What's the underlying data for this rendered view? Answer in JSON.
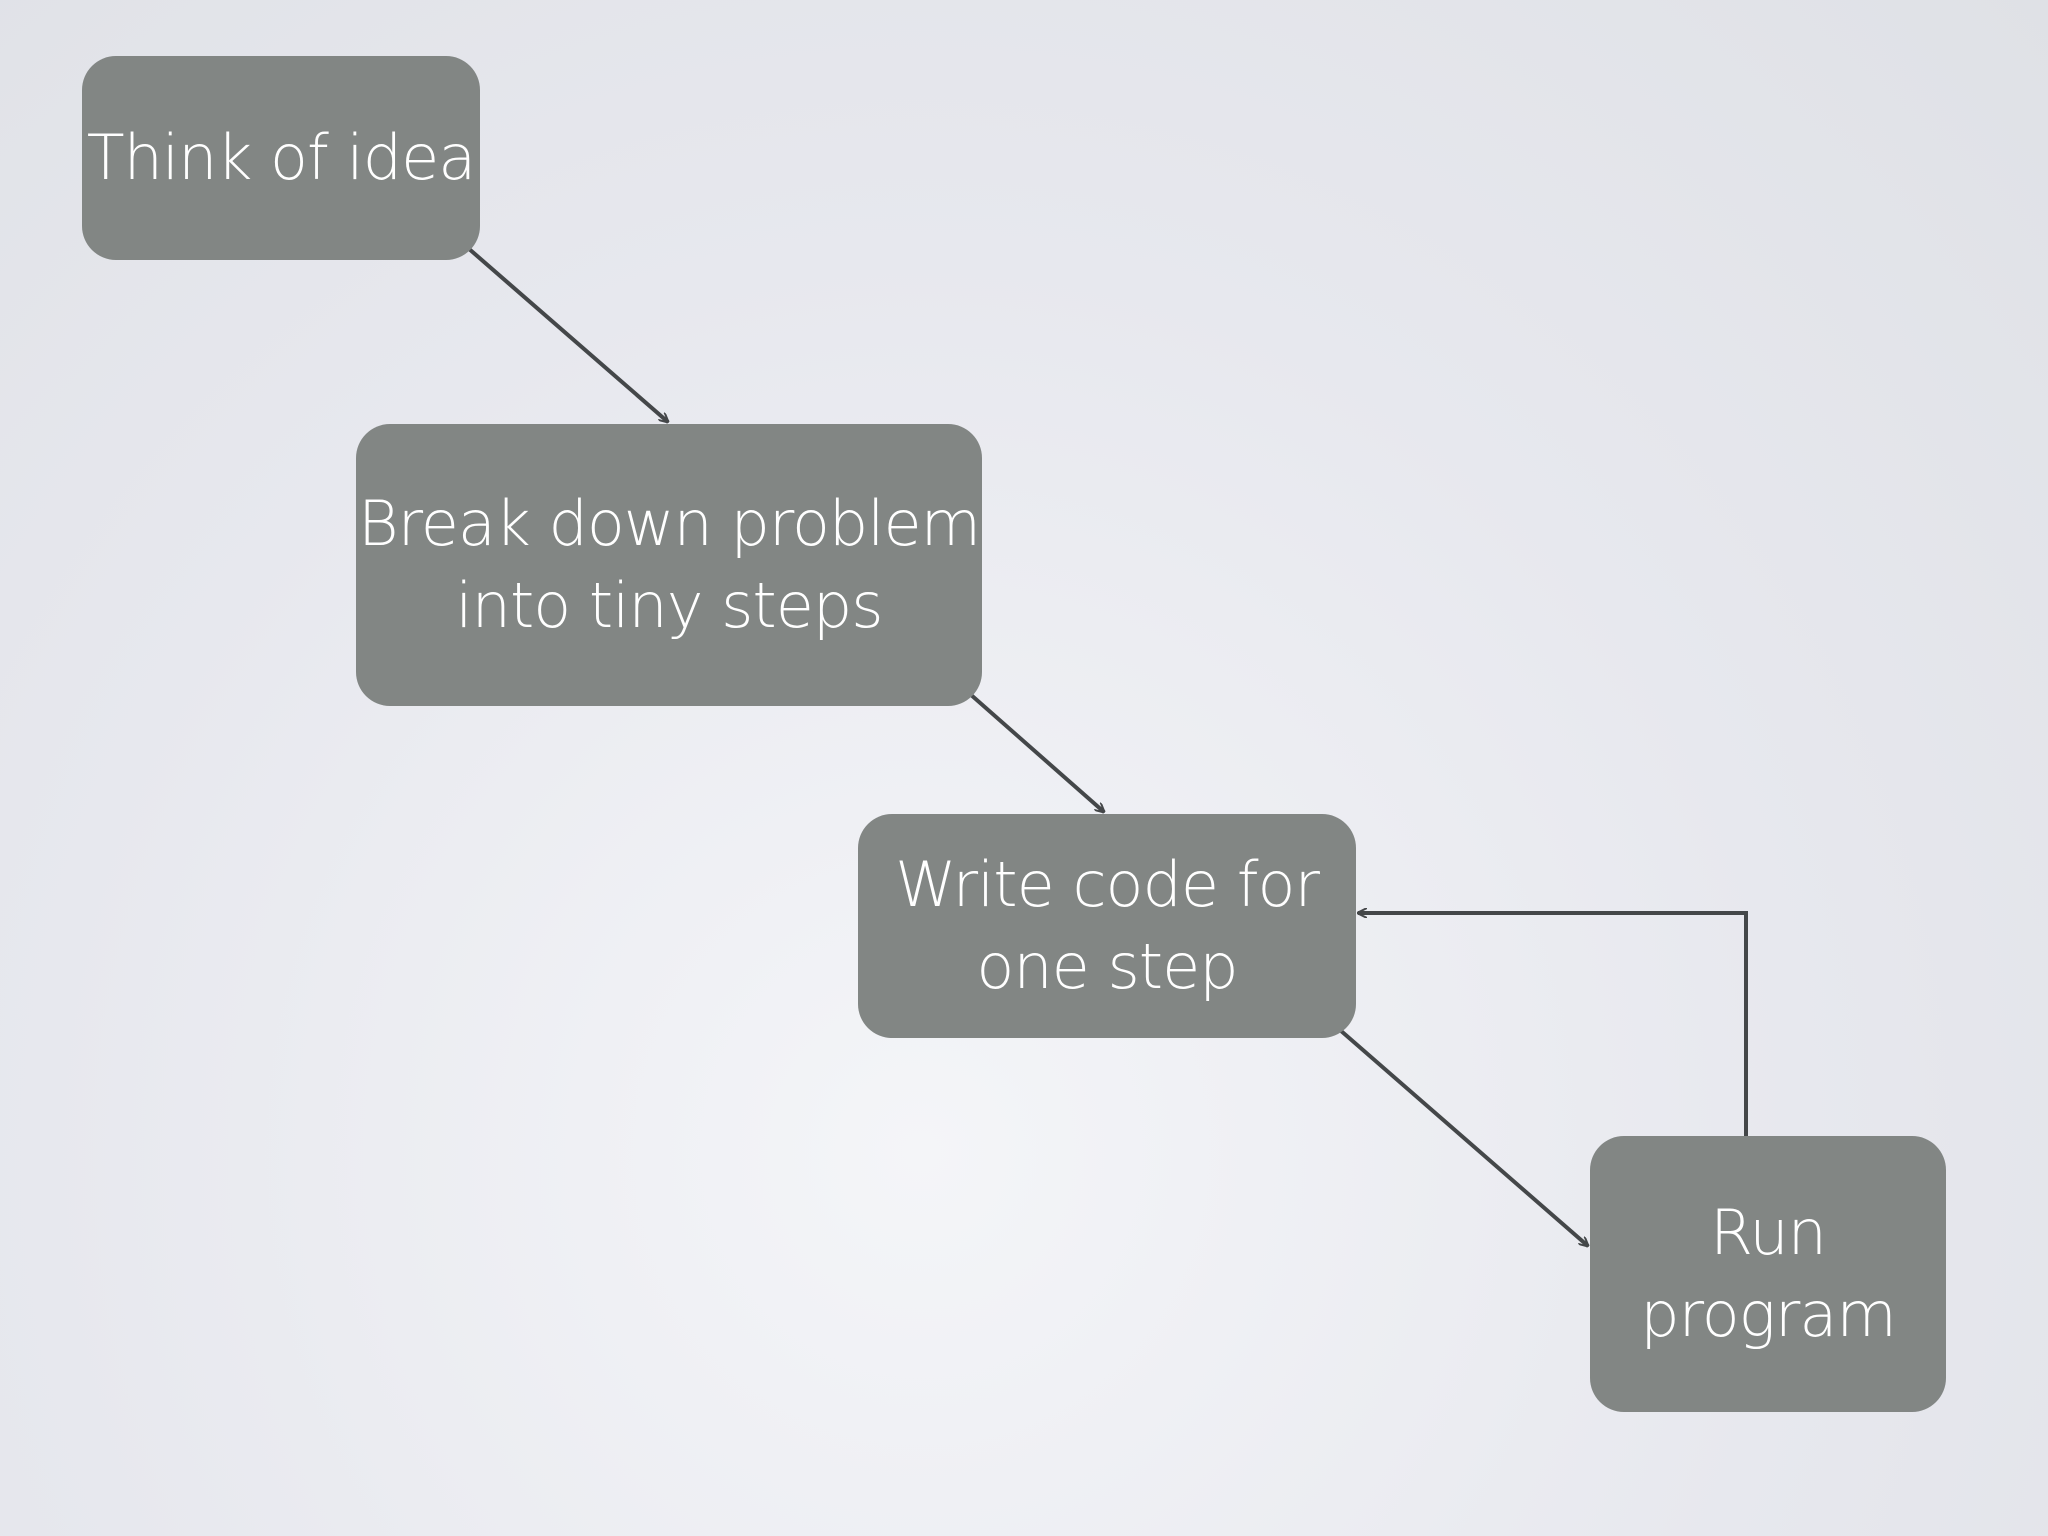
{
  "diagram": {
    "nodes": [
      {
        "id": "think",
        "label": "Think of idea"
      },
      {
        "id": "break",
        "label": "Break down problem\ninto tiny steps"
      },
      {
        "id": "write",
        "label": "Write code for\none step"
      },
      {
        "id": "run",
        "label": "Run\nprogram"
      }
    ],
    "edges": [
      {
        "from": "think",
        "to": "break"
      },
      {
        "from": "break",
        "to": "write"
      },
      {
        "from": "write",
        "to": "run"
      },
      {
        "from": "run",
        "to": "write"
      }
    ]
  },
  "colors": {
    "node_fill": "#828684",
    "node_text": "#ffffff",
    "connector": "#444749"
  }
}
